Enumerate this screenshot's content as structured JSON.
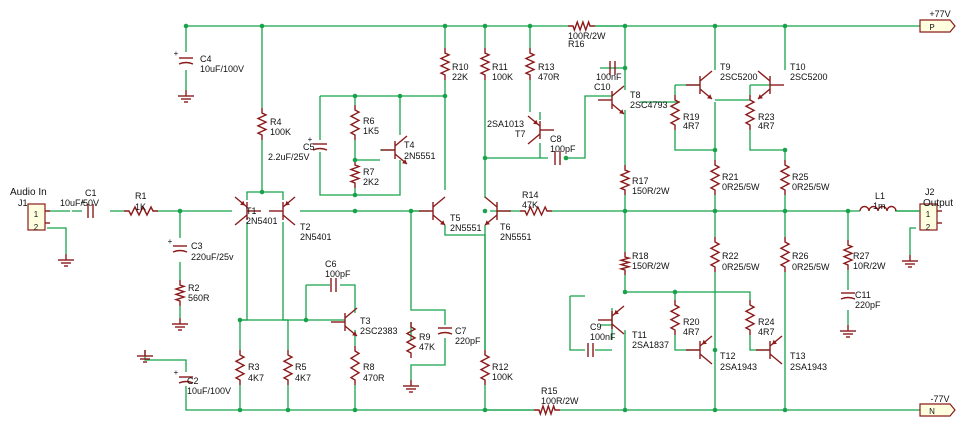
{
  "rails": {
    "pos": {
      "name": "+77V",
      "flag": "P"
    },
    "neg": {
      "name": "-77V",
      "flag": "N"
    }
  },
  "connectors": {
    "J1": {
      "title": "Audio In",
      "ref": "J1",
      "pins": [
        "1",
        "2"
      ]
    },
    "J2": {
      "title": "Output",
      "ref": "J2",
      "pins": [
        "1",
        "2"
      ]
    }
  },
  "components": {
    "C1": {
      "ref": "C1",
      "value": "10uF/50V",
      "polarity": "+"
    },
    "R1": {
      "ref": "R1",
      "value": "1K"
    },
    "C3": {
      "ref": "C3",
      "value": "220uF/25v",
      "polarity": "+"
    },
    "R2": {
      "ref": "R2",
      "value": "560R"
    },
    "C4": {
      "ref": "C4",
      "value": "10uF/100V",
      "polarity": "+"
    },
    "C2": {
      "ref": "C2",
      "value": "10uF/100V",
      "polarity": "+"
    },
    "R4": {
      "ref": "R4",
      "value": "100K"
    },
    "T1": {
      "ref": "T1",
      "value": "2N5401"
    },
    "T2": {
      "ref": "T2",
      "value": "2N5401"
    },
    "R3": {
      "ref": "R3",
      "value": "4K7"
    },
    "R5": {
      "ref": "R5",
      "value": "4K7"
    },
    "C5": {
      "ref": "C5",
      "value": "2.2uF/25V",
      "polarity": "+"
    },
    "R6": {
      "ref": "R6",
      "value": "1K5"
    },
    "R7": {
      "ref": "R7",
      "value": "2K2"
    },
    "T4": {
      "ref": "T4",
      "value": "2N5551"
    },
    "C6": {
      "ref": "C6",
      "value": "100pF"
    },
    "T3": {
      "ref": "T3",
      "value": "2SC2383"
    },
    "R8": {
      "ref": "R8",
      "value": "470R"
    },
    "R9": {
      "ref": "R9",
      "value": "47K"
    },
    "C7": {
      "ref": "C7",
      "value": "220pF"
    },
    "R10": {
      "ref": "R10",
      "value": "22K"
    },
    "R11": {
      "ref": "R11",
      "value": "100K"
    },
    "R13": {
      "ref": "R13",
      "value": "470R"
    },
    "T7": {
      "ref": "T7",
      "value": "2SA1013"
    },
    "C8": {
      "ref": "C8",
      "value": "100pF"
    },
    "T5": {
      "ref": "T5",
      "value": "2N5551"
    },
    "T6": {
      "ref": "T6",
      "value": "2N5551"
    },
    "R14": {
      "ref": "R14",
      "value": "47K"
    },
    "R12": {
      "ref": "R12",
      "value": "100K"
    },
    "R16": {
      "ref": "R16",
      "value": "100R/2W"
    },
    "C10": {
      "ref": "C10",
      "value": "100nF"
    },
    "T8": {
      "ref": "T8",
      "value": "2SC4793"
    },
    "R17": {
      "ref": "R17",
      "value": "150R/2W"
    },
    "R18": {
      "ref": "R18",
      "value": "150R/2W"
    },
    "C9": {
      "ref": "C9",
      "value": "100nF"
    },
    "T11": {
      "ref": "T11",
      "value": "2SA1837"
    },
    "R15": {
      "ref": "R15",
      "value": "100R/2W"
    },
    "T9": {
      "ref": "T9",
      "value": "2SC5200"
    },
    "T10": {
      "ref": "T10",
      "value": "2SC5200"
    },
    "R19": {
      "ref": "R19",
      "value": "4R7"
    },
    "R23": {
      "ref": "R23",
      "value": "4R7"
    },
    "R21": {
      "ref": "R21",
      "value": "0R25/5W"
    },
    "R25": {
      "ref": "R25",
      "value": "0R25/5W"
    },
    "R22": {
      "ref": "R22",
      "value": "0R25/5W"
    },
    "R26": {
      "ref": "R26",
      "value": "0R25/5W"
    },
    "R20": {
      "ref": "R20",
      "value": "4R7"
    },
    "R24": {
      "ref": "R24",
      "value": "4R7"
    },
    "T12": {
      "ref": "T12",
      "value": "2SA1943"
    },
    "T13": {
      "ref": "T13",
      "value": "2SA1943"
    },
    "R27": {
      "ref": "R27",
      "value": "10R/2W"
    },
    "C11": {
      "ref": "C11",
      "value": "220pF"
    },
    "L1": {
      "ref": "L1",
      "value": "1m"
    }
  },
  "colors": {
    "wire": "#16a34a",
    "component": "#8b1a1a",
    "connector_fill": "#ffffe0",
    "text": "#111111"
  }
}
